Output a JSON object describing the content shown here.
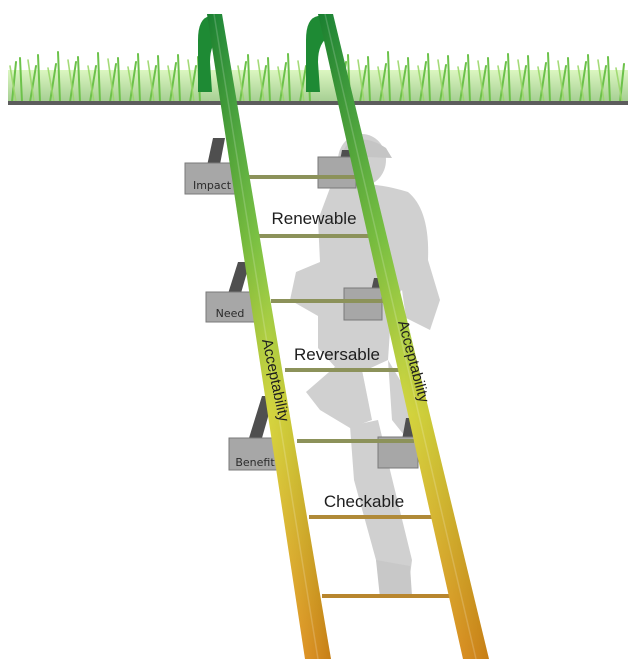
{
  "supports": {
    "impact": "Impact",
    "need": "Need",
    "benefit": "Benefit"
  },
  "rungs": {
    "renewable": "Renewable",
    "reversable": "Reversable",
    "checkable": "Checkable"
  },
  "rails": {
    "left": "Acceptability",
    "right": "Acceptability"
  },
  "colors": {
    "rail_top": "#1f9a3a",
    "rail_mid": "#c9c824",
    "rail_bottom": "#f29a1a",
    "grass": "#8bd05e",
    "ground_line": "#5c5c5c",
    "support_plate": "#a7a7a7",
    "support_post": "#4f4f4f",
    "silhouette": "#c6c6c6"
  }
}
